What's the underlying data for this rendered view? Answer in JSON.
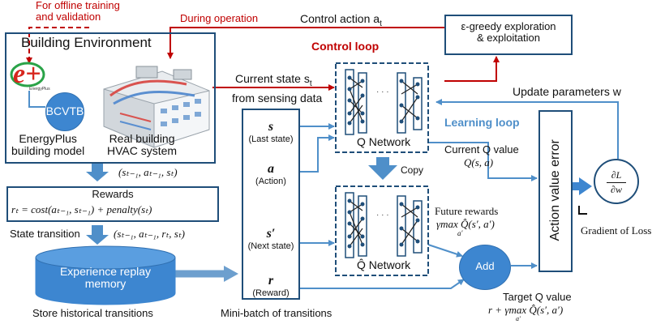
{
  "offline_note": "For offline training\nand validation",
  "during_operation": "During operation",
  "control_action": "Control action a",
  "control_action_sub": "t",
  "exploration": "ε-greedy exploration\n& exploitation",
  "building_env_title": "Building Environment",
  "control_loop": "Control loop",
  "current_state": "Current state s",
  "current_state_sub": "t",
  "from_sensing": "from sensing data",
  "update_params": "Update parameters w",
  "bcvtb": "BCVTB",
  "energyplus_label": "EnergyPlus\nbuilding model",
  "hvac_label": "Real building\nHVAC system",
  "minibatch_items": [
    {
      "sym": "s",
      "desc": "(Last state)"
    },
    {
      "sym": "a",
      "desc": "(Action)"
    },
    {
      "sym": "s′",
      "desc": "(Next state)"
    },
    {
      "sym": "r",
      "desc": "(Reward)"
    }
  ],
  "q_network": "Q Network",
  "qhat_network": "Q̂ Network",
  "copy": "Copy",
  "learning_loop": "Learning loop",
  "current_q_value": "Current Q value",
  "current_q_formula": "Q(s, a)",
  "action_value_error": "Action value error",
  "grad_formula_num": "∂L",
  "grad_formula_den": "∂w",
  "grad_L": "L",
  "gradient_of_loss": "Gradient of Loss",
  "transition_tuple_1": "(sₜ₋₁, aₜ₋₁, sₜ)",
  "rewards_title": "Rewards",
  "rewards_formula": "rₜ = cost(aₜ₋₁, sₜ₋₁) + penalty(sₜ)",
  "state_transition": "State transition",
  "transition_tuple_2": "(sₜ₋₁, aₜ₋₁, rₜ, sₜ)",
  "replay_memory": "Experience replay\nmemory",
  "store_historical": "Store historical transitions",
  "minibatch_label": "Mini-batch of transitions",
  "future_rewards": "Future rewards",
  "future_formula": "γmax Q̂(s′, a′)",
  "future_sub": "a′",
  "add": "Add",
  "target_q_value": "Target Q value",
  "target_formula": "r + γmax Q̂(s′, a′)",
  "target_sub": "a′",
  "logo_text": "e+",
  "logo_caption": "EnergyPlus",
  "colors": {
    "red": "#c00000",
    "blue": "#4f8fc9",
    "dark_blue": "#1f4e79",
    "fill_blue": "#3d86d0",
    "grey_arrow": "#6d9fce"
  }
}
